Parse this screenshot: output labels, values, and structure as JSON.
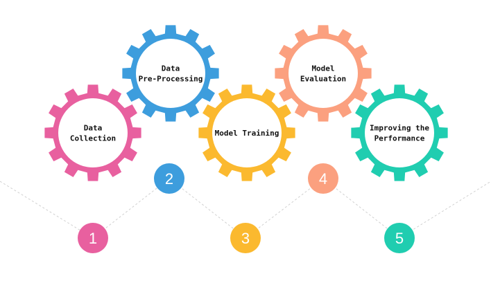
{
  "steps": [
    {
      "number": "1",
      "label_lines": [
        "Data",
        "Collection"
      ],
      "color": "#e8609f"
    },
    {
      "number": "2",
      "label_lines": [
        "Data",
        "Pre-Processing"
      ],
      "color": "#3d9ddd"
    },
    {
      "number": "3",
      "label_lines": [
        "Model Training"
      ],
      "color": "#fbb92f"
    },
    {
      "number": "4",
      "label_lines": [
        "Model",
        "Evaluation"
      ],
      "color": "#fba07f"
    },
    {
      "number": "5",
      "label_lines": [
        "Improving the",
        "Performance"
      ],
      "color": "#20cdb0"
    }
  ],
  "connector_color": "#d0d0d0"
}
